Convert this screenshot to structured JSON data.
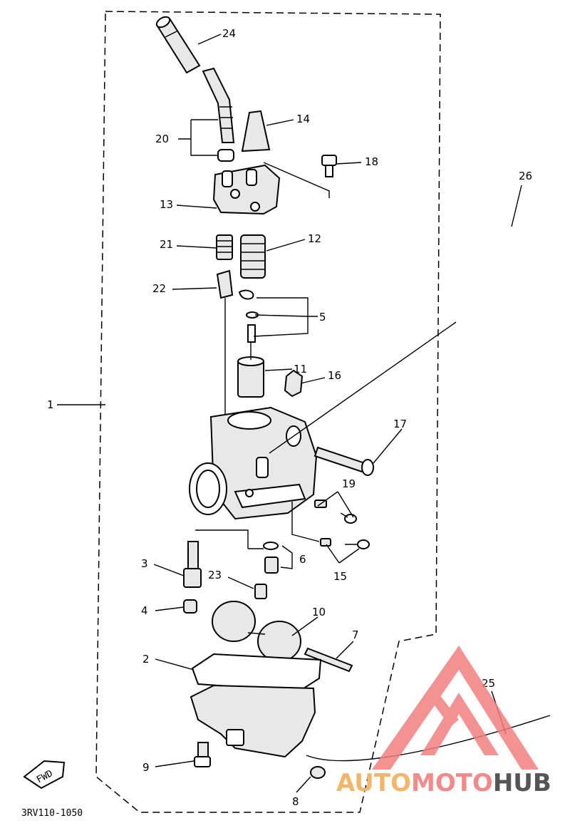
{
  "diagram": {
    "part_numbers": [
      "1",
      "2",
      "3",
      "4",
      "5",
      "6",
      "7",
      "8",
      "9",
      "10",
      "11",
      "12",
      "13",
      "14",
      "15",
      "16",
      "17",
      "18",
      "19",
      "20",
      "21",
      "22",
      "23",
      "24",
      "25",
      "26"
    ],
    "drawing_code": "3RV110-1050",
    "fwd_label": "FWD"
  },
  "watermark": {
    "text_auto": "AUTO",
    "text_moto": "MOTO",
    "text_hub": "HUB",
    "colors": {
      "auto": "#f2b66b",
      "moto": "#f28a8a",
      "hub": "#555555",
      "logo": "#f08080"
    }
  }
}
